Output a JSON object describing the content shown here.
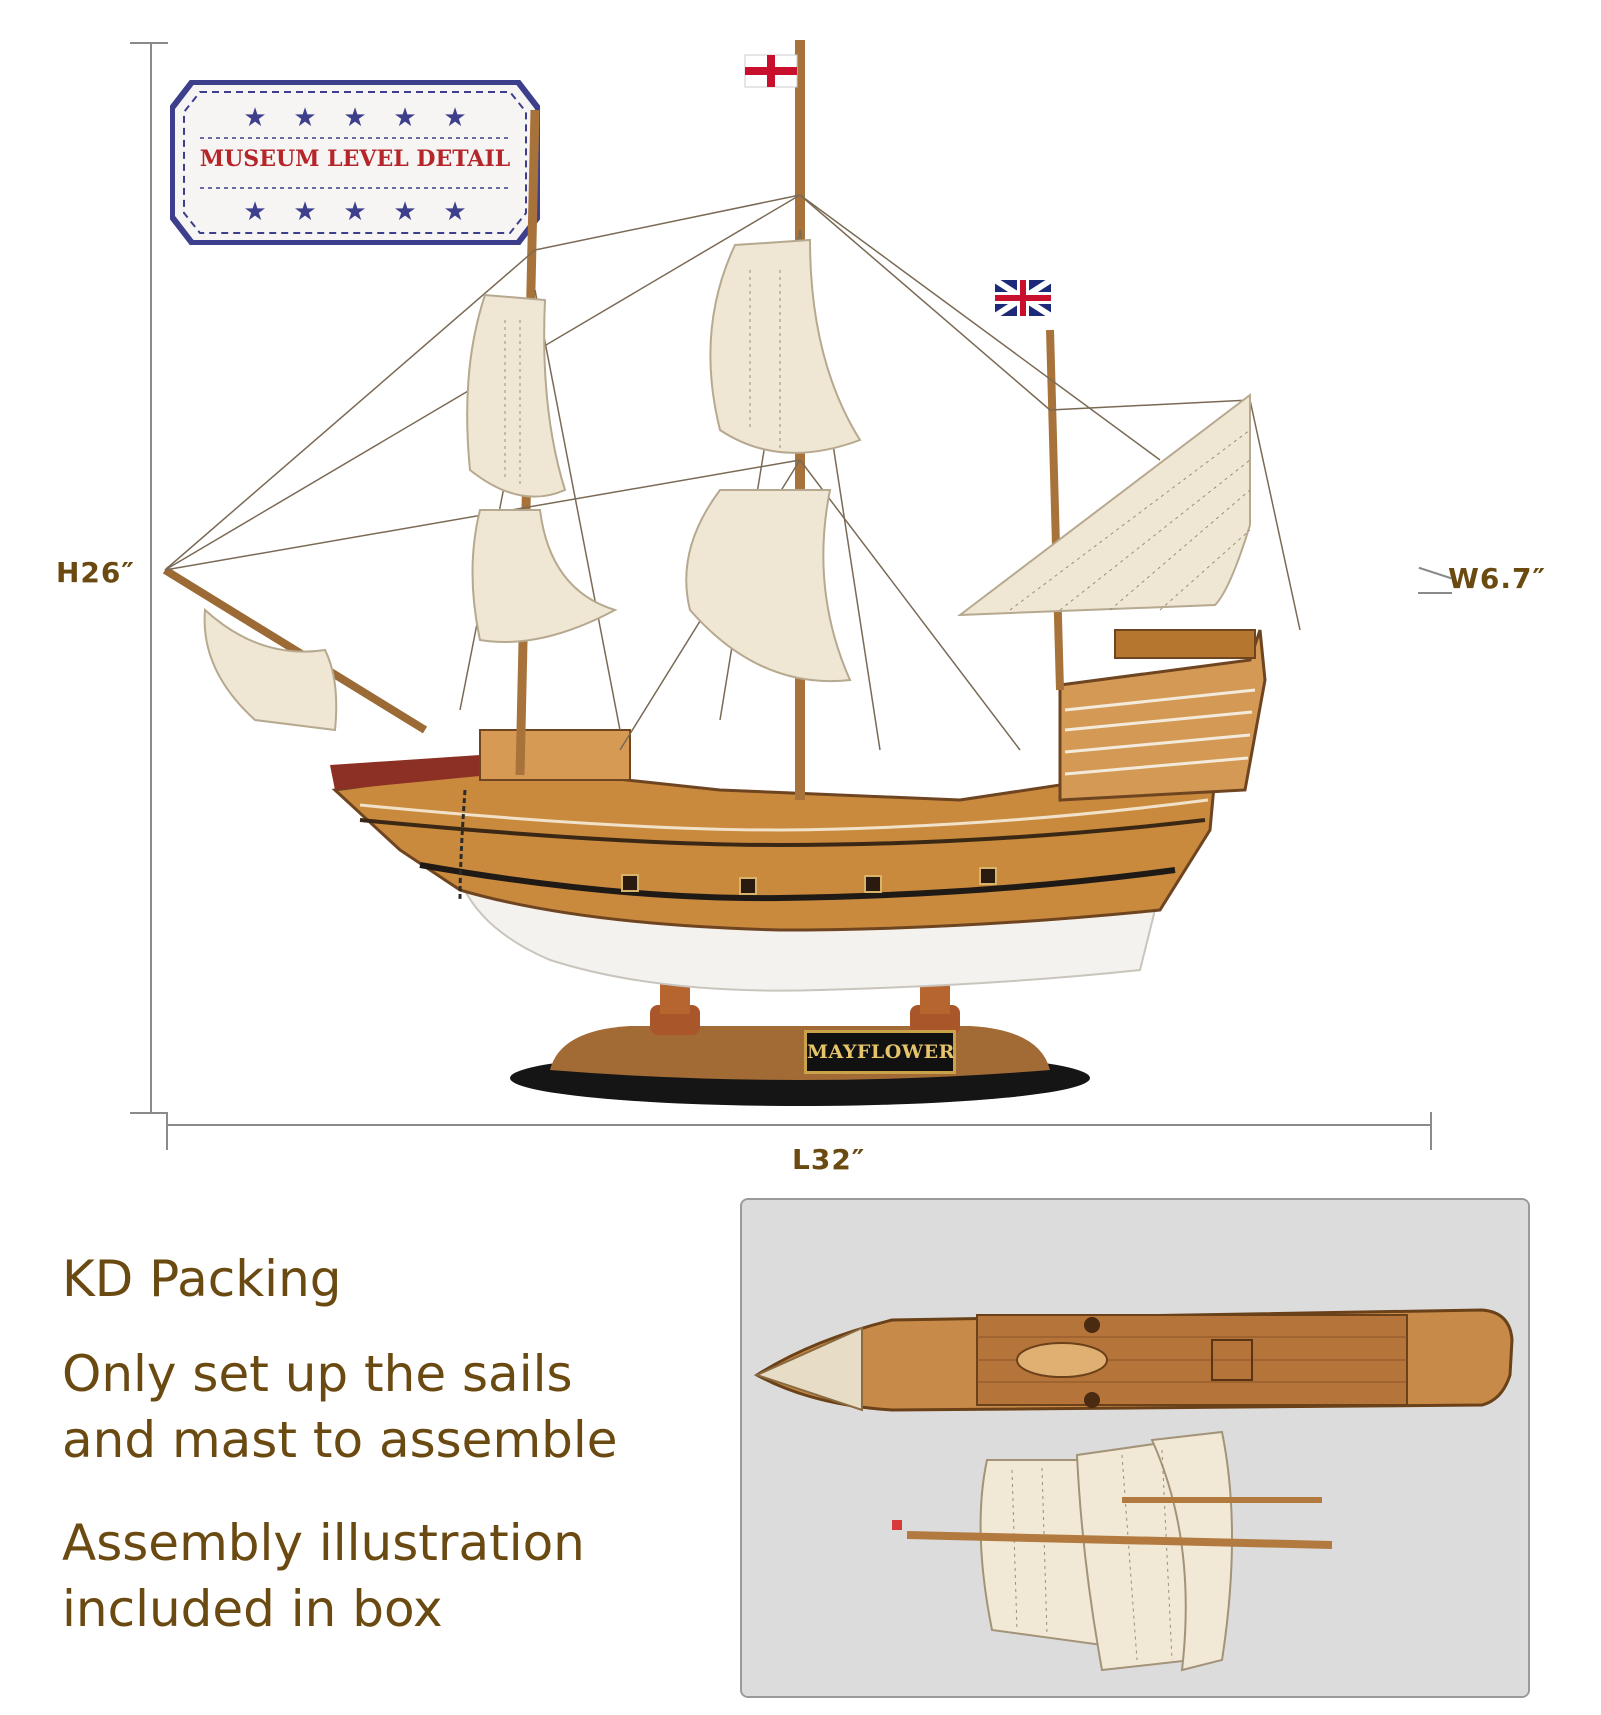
{
  "stamp": {
    "text": "MUSEUM LEVEL DETAIL"
  },
  "ship": {
    "nameplate": "MAYFLOWER"
  },
  "dimensions": {
    "height": "H26″",
    "width": "W6.7″",
    "length": "L32″"
  },
  "info": {
    "line1": "KD Packing",
    "line2a": "Only set up the sails",
    "line2b": "and mast to assemble",
    "line3a": "Assembly illustration",
    "line3b": "included in box"
  },
  "colors": {
    "text_brown": "#6b4a12",
    "stamp_blue": "#3d3f8c",
    "stamp_red": "#b5262a",
    "hull_wood": "#c98a3e",
    "hull_white": "#f4f2ee",
    "sail": "#efe6d3"
  }
}
